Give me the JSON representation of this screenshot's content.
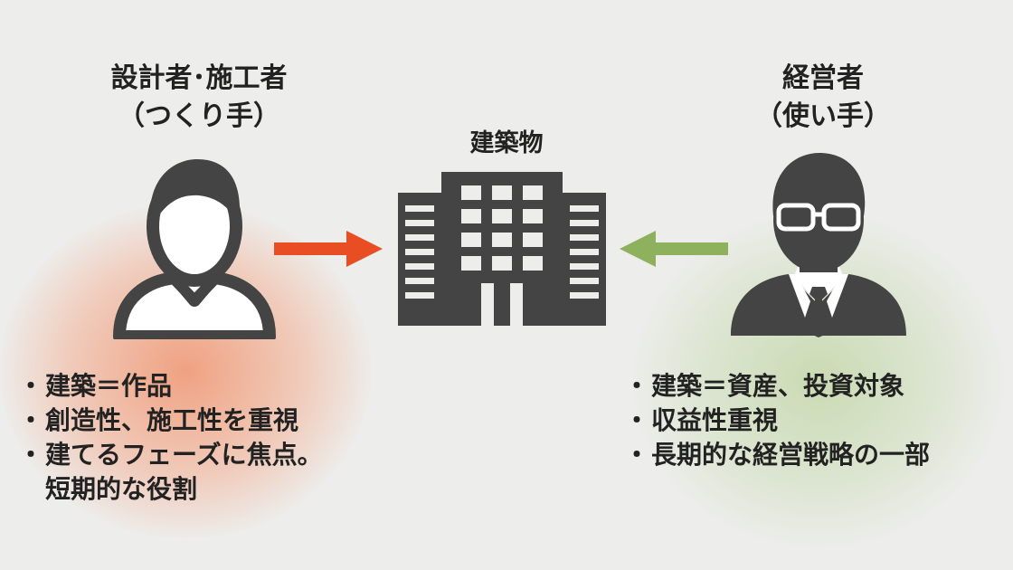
{
  "left": {
    "title_line1": "設計者･施工者",
    "title_line2": "（つくり手）",
    "points": [
      "建築＝作品",
      "創造性、施工性を重視",
      "建てるフェーズに焦点。",
      "短期的な役割"
    ]
  },
  "center": {
    "title": "建築物"
  },
  "right": {
    "title_line1": "経営者",
    "title_line2": "（使い手）",
    "points": [
      "建築＝資産、投資対象",
      "収益性重視",
      "長期的な経営戦略の一部"
    ]
  },
  "colors": {
    "background": "#ededeb",
    "icon": "#444444",
    "arrow_left": "#e84d24",
    "arrow_right": "#8db15c",
    "glow_left": "#f08c64",
    "glow_right": "#bed4a0"
  },
  "icons": {
    "left": "person-icon",
    "center": "building-icon",
    "right": "person-glasses-tie-icon"
  }
}
